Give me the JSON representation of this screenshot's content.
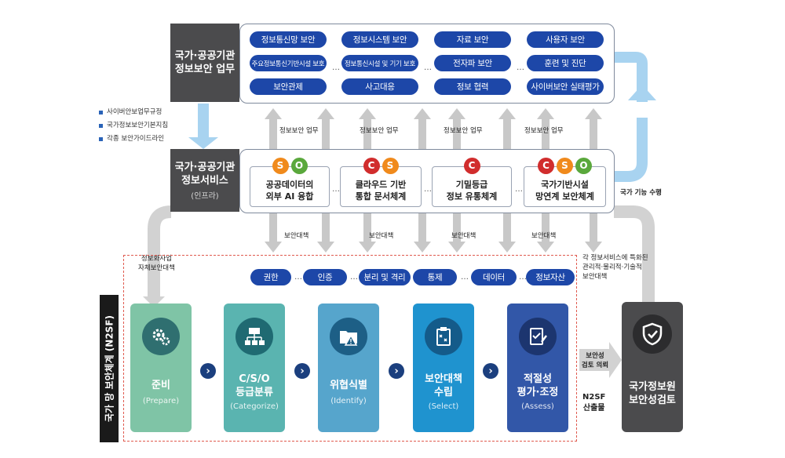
{
  "top_box": {
    "line1": "국가·공공기관",
    "line2": "정보보안 업무"
  },
  "top_pills_row1": [
    "정보통신망 보안",
    "정보시스템 보안",
    "자료 보안",
    "사용자 보안"
  ],
  "top_pills_row2": [
    "주요정보통신기반시설 보호",
    "정보통신시설 및 기기 보호",
    "전자파 보안",
    "훈련 및 진단"
  ],
  "top_pills_row3": [
    "보안관제",
    "사고대응",
    "정보 협력",
    "사이버보안 실태평가"
  ],
  "dots": "…",
  "legend": [
    "사이버안보업무규정",
    "국가정보보안기본지침",
    "각종 보안가이드라인"
  ],
  "mid_box": {
    "line1": "국가·공공기관",
    "line2": "정보서비스",
    "sub": "(인프라)"
  },
  "work_labels": [
    "정보보안 업무",
    "정보보안 업무",
    "정보보안 업무",
    "정보보안 업무"
  ],
  "services": [
    {
      "badges": [
        "S",
        "O"
      ],
      "line1": "공공데이터의",
      "line2": "외부 AI 융합"
    },
    {
      "badges": [
        "C",
        "S"
      ],
      "line1": "클라우드 기반",
      "line2": "통합 문서체계"
    },
    {
      "badges": [
        "C"
      ],
      "line1": "기밀등급",
      "line2": "정보 유통체계"
    },
    {
      "badges": [
        "C",
        "S",
        "O"
      ],
      "line1": "국가기반시설",
      "line2": "망연계 보안체계"
    }
  ],
  "badge_colors": {
    "C": "#d12d2d",
    "S": "#f08a1c",
    "O": "#5aa83c"
  },
  "national_function": "국가 기능 수행",
  "measure_labels": [
    "보안대책",
    "보안대책",
    "보안대책",
    "보안대책"
  ],
  "info_project": {
    "line1": "정보화사업",
    "line2": "자체보안대책"
  },
  "specialized": {
    "line1": "각 정보서비스에 특화된",
    "line2": "관리적·물리적·기술적",
    "line3": "보안대책"
  },
  "bottom_pills": [
    "권한",
    "인증",
    "분리 및 격리",
    "통제",
    "데이터",
    "정보자산"
  ],
  "framework_title": "국가 망 보안체계 (N2SF)",
  "steps": [
    {
      "name1": "준비",
      "name2": "",
      "en": "(Prepare)",
      "color": "#7fc4a6",
      "icon": "gears-icon"
    },
    {
      "name1": "C/S/O",
      "name2": "등급분류",
      "en": "(Categorize)",
      "color": "#5ab4b0",
      "icon": "hierarchy-icon"
    },
    {
      "name1": "위협식별",
      "name2": "",
      "en": "(Identify)",
      "color": "#56a5cc",
      "icon": "folder-warning-icon"
    },
    {
      "name1": "보안대책",
      "name2": "수립",
      "en": "(Select)",
      "color": "#1f93cf",
      "icon": "clipboard-icon"
    },
    {
      "name1": "적절성",
      "name2": "평가·조정",
      "en": "(Assess)",
      "color": "#3257a8",
      "icon": "checklist-icon"
    }
  ],
  "review_request": {
    "line1": "보안성",
    "line2": "검토 의뢰"
  },
  "n2sf_output": {
    "line1": "N2SF",
    "line2": "산출물"
  },
  "nis_box": {
    "line1": "국가정보원",
    "line2": "보안성검토"
  },
  "colors": {
    "pill_blue": "#1d47a8",
    "arrow_light_blue": "#a8d3f0",
    "arrow_gray": "#cfcfcf",
    "dark_gray": "#4b4b4d"
  }
}
